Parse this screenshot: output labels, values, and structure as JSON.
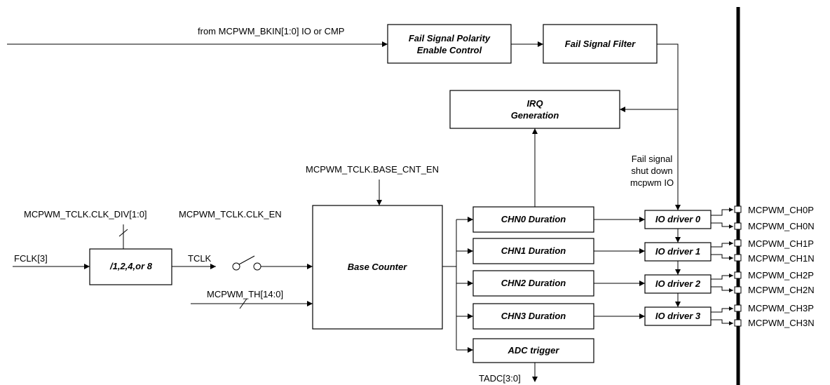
{
  "blocks": {
    "fail_polarity_line1": "Fail Signal Polarity",
    "fail_polarity_line2": "Enable Control",
    "fail_filter": "Fail Signal Filter",
    "irq_line1": "IRQ",
    "irq_line2": "Generation",
    "divider": "/1,2,4,or 8",
    "base_counter": "Base Counter",
    "chn0": "CHN0 Duration",
    "chn1": "CHN1 Duration",
    "chn2": "CHN2 Duration",
    "chn3": "CHN3 Duration",
    "adc_trigger": "ADC trigger",
    "io0": "IO driver 0",
    "io1": "IO driver 1",
    "io2": "IO driver 2",
    "io3": "IO driver 3"
  },
  "labels": {
    "bkin_input": "from MCPWM_BKIN[1:0] IO or CMP",
    "base_cnt_en": "MCPWM_TCLK.BASE_CNT_EN",
    "clk_div": "MCPWM_TCLK.CLK_DIV[1:0]",
    "clk_en": "MCPWM_TCLK.CLK_EN",
    "fclk": "FCLK[3]",
    "tclk": "TCLK",
    "th": "MCPWM_TH[14:0]",
    "tadc": "TADC[3:0]",
    "fail_note_line1": "Fail signal",
    "fail_note_line2": "shut down",
    "fail_note_line3": "mcpwm IO"
  },
  "outputs": [
    "MCPWM_CH0P",
    "MCPWM_CH0N",
    "MCPWM_CH1P",
    "MCPWM_CH1N",
    "MCPWM_CH2P",
    "MCPWM_CH2N",
    "MCPWM_CH3P",
    "MCPWM_CH3N"
  ]
}
